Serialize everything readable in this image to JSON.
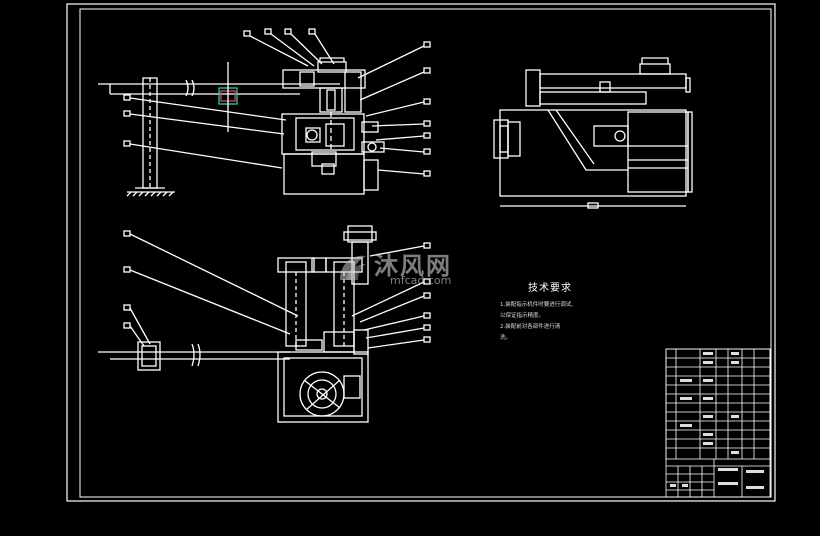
{
  "technical_requirements": {
    "title": "技术要求",
    "lines": [
      "1.装配指示机件时要进行调试,",
      "以保证指示精度。",
      "2.装配前对各部件进行清",
      "洗。"
    ]
  },
  "watermark": {
    "brand": "沐风网",
    "site": "mfcad.com"
  }
}
